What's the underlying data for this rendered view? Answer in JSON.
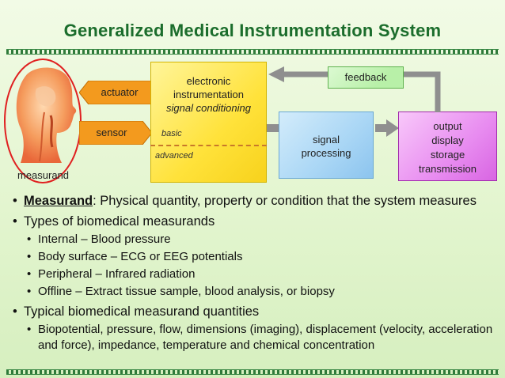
{
  "title": "Generalized Medical Instrumentation System",
  "diagram": {
    "measurand_label": "measurand",
    "actuator_label": "actuator",
    "sensor_label": "sensor",
    "electronic_line1": "electronic",
    "electronic_line2": "instrumentation",
    "electronic_line3": "signal conditioning",
    "basic_label": "basic",
    "advanced_label": "advanced",
    "feedback_label": "feedback",
    "signal_line1": "signal",
    "signal_line2": "processing",
    "output_lines": [
      "output",
      "display",
      "storage",
      "transmission"
    ]
  },
  "bullets": {
    "measurand_term": "Measurand",
    "measurand_def": ": Physical quantity, property or condition that the system measures",
    "types_heading": "Types of biomedical measurands",
    "types": [
      "Internal – Blood pressure",
      "Body surface – ECG or EEG potentials",
      "Peripheral – Infrared radiation",
      "Offline – Extract tissue sample, blood analysis, or biopsy"
    ],
    "typical_heading": "Typical biomedical measurand quantities",
    "typical": [
      "Biopotential, pressure, flow, dimensions (imaging), displacement (velocity, acceleration and force), impedance, temperature and chemical concentration"
    ]
  },
  "colors": {
    "title": "#1b6d2c",
    "actuator_fill": "#f39a1e",
    "electronic_fill": "#ffe23a",
    "feedback_fill": "#b8f0a8",
    "signal_fill": "#a9d6f5",
    "output_fill": "#e88cf0",
    "circle": "#e02020"
  }
}
